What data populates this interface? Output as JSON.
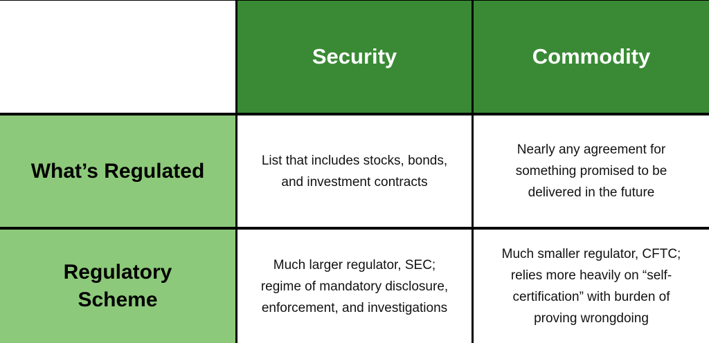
{
  "table": {
    "columns": [
      "",
      "Security",
      "Commodity"
    ],
    "rows": [
      {
        "header": "What’s Regulated",
        "cells": [
          "List that includes stocks, bonds, and investment contracts",
          "Nearly any agreement for something promised to be delivered in the future"
        ]
      },
      {
        "header": "Regulatory Scheme",
        "cells": [
          "Much larger regulator, SEC; regime of mandatory disclosure, enforcement, and investigations",
          "Much smaller regulator, CFTC; relies more heavily on “self-certification” with burden of proving wrongdoing"
        ]
      }
    ]
  },
  "colors": {
    "header_green": "#3a8a35",
    "row_header_green": "#8dc97a",
    "border": "#000000"
  }
}
